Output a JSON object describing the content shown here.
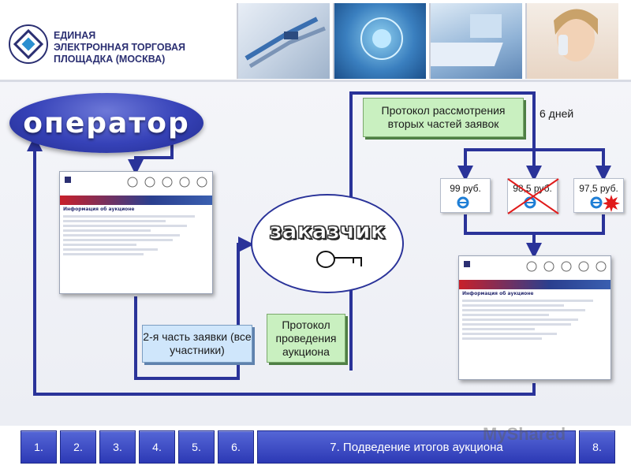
{
  "header": {
    "org_line_1": "ЕДИНАЯ",
    "org_line_2": "ЭЛЕКТРОННАЯ ТОРГОВАЯ",
    "org_line_3": "ПЛОЩАДКА (МОСКВА)"
  },
  "diagram": {
    "operator_label": "оператор",
    "customer_label": "заказчик",
    "note_second_parts_protocol": "Протокол рассмотрения вторых частей заявок",
    "days_label": "6 дней",
    "note_second_part": "2-я часть заявки (все участники)",
    "note_auction_protocol": "Протокол проведения аукциона",
    "prices": [
      "99 руб.",
      "98,5 руб.",
      "97,5 руб."
    ],
    "screen_title": "Информация об аукционе"
  },
  "navigation": {
    "steps": [
      "1.",
      "2.",
      "3.",
      "4.",
      "5.",
      "6."
    ],
    "current_title": "7. Подведение итогов аукциона",
    "next_step": "8."
  },
  "watermark": "MyShared",
  "colors": {
    "brand_blue": "#2c39b5",
    "note_green": "#c9f0c0",
    "note_blue": "#cfe6fb",
    "arrow_blue": "#2a3399",
    "cross_red": "#e01b1b"
  }
}
